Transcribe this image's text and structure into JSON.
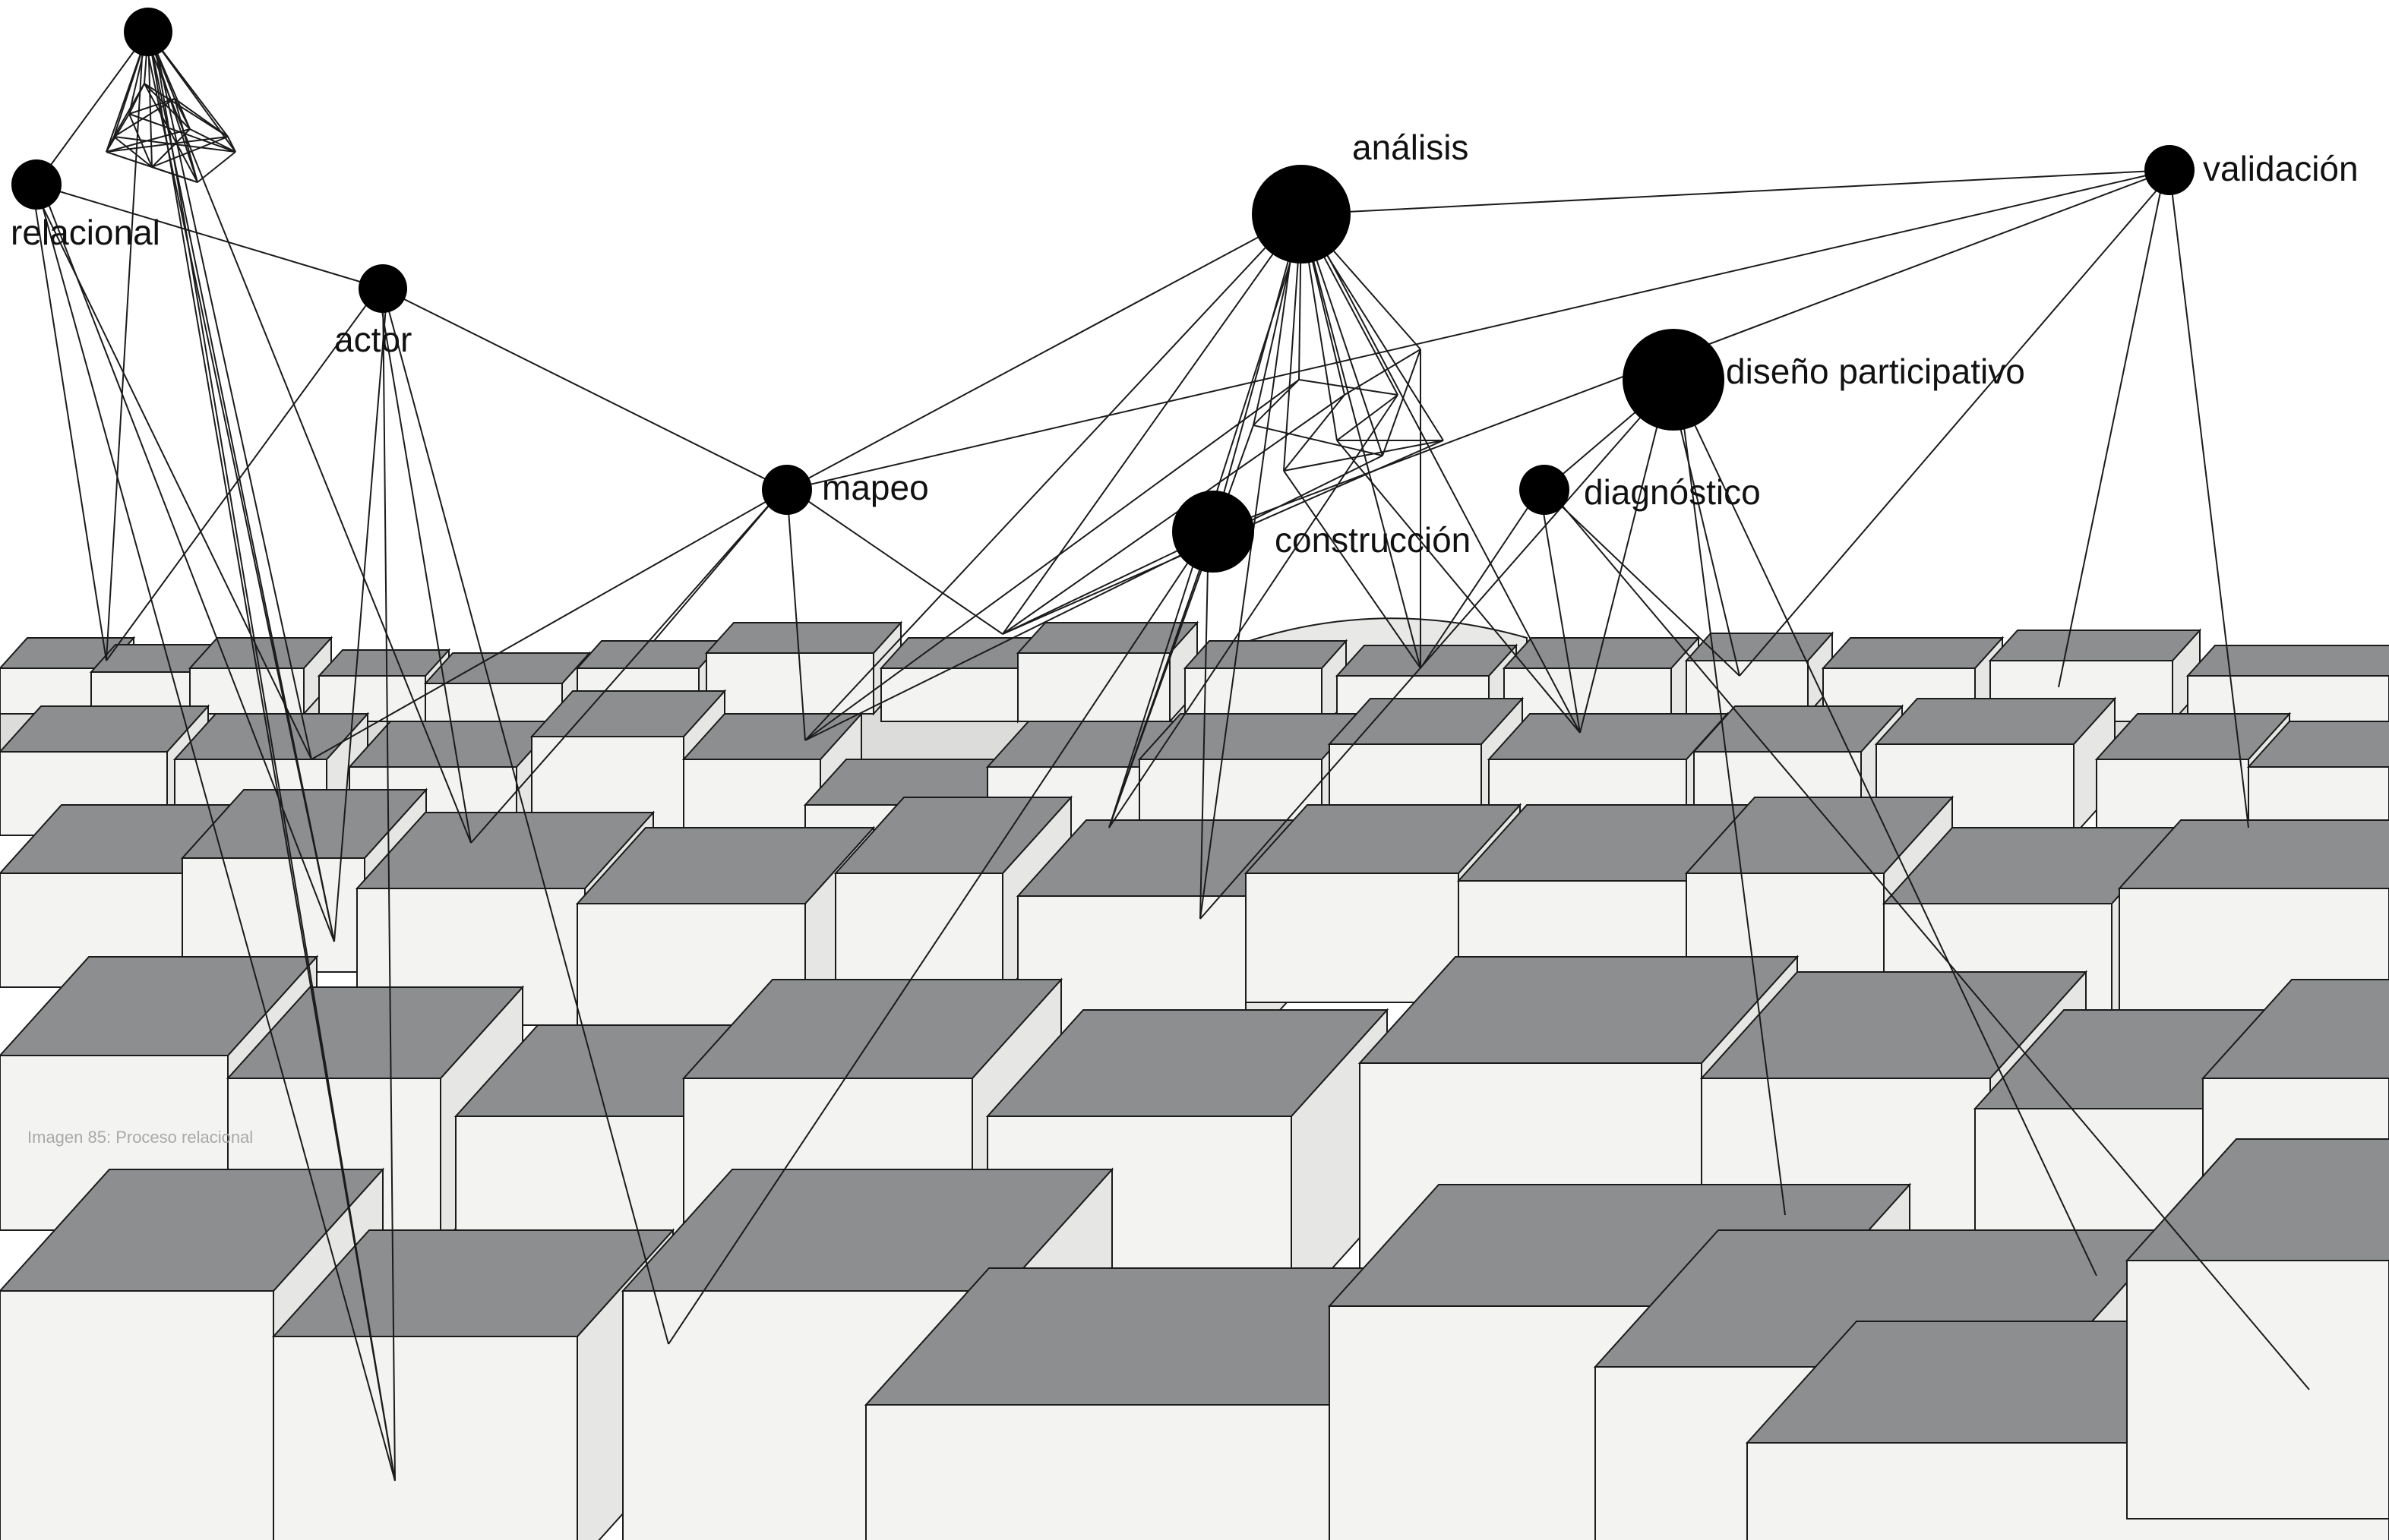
{
  "figure": {
    "caption": "Imagen 85: Proceso relacional"
  },
  "colors": {
    "roof": "#8c8e8f",
    "wall_light": "#f3f3f2",
    "wall_mid": "#e6e6e4",
    "edge": "#1b1b1b",
    "node": "#000000"
  },
  "nodes": [
    {
      "id": "top",
      "label": ""
    },
    {
      "id": "relacional",
      "label": "relacional"
    },
    {
      "id": "actor",
      "label": "actor"
    },
    {
      "id": "mapeo",
      "label": "mapeo"
    },
    {
      "id": "analisis",
      "label": "análisis"
    },
    {
      "id": "construccion",
      "label": "construcción"
    },
    {
      "id": "diseno",
      "label": "diseño participativo"
    },
    {
      "id": "diagnostico",
      "label": "diagnóstico"
    },
    {
      "id": "validacion",
      "label": "validación"
    }
  ]
}
